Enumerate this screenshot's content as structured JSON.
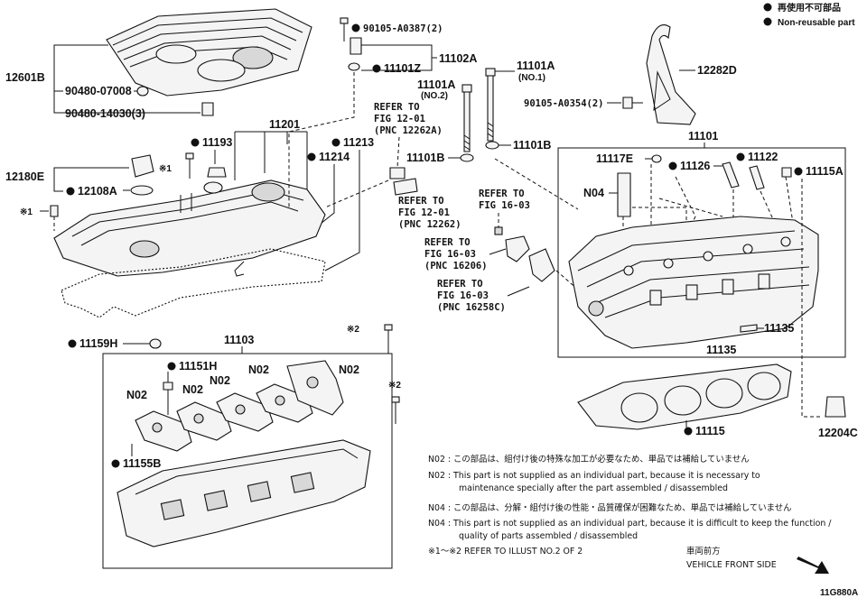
{
  "legend": {
    "line1": "再使用不可部品",
    "line2": "Non-reusable part"
  },
  "labels": {
    "p12601B": "12601B",
    "p90480_07008": "90480-07008",
    "p90480_14030": "90480-14030(3)",
    "p90105_A0387": "90105-A0387(2)",
    "p11102A": "11102A",
    "p11101Z": "11101Z",
    "p11101A_no1": "11101A",
    "p11101A_no1_sub": "(NO.1)",
    "p12282D": "12282D",
    "p90105_A0354": "90105-A0354(2)",
    "p11101A_no2": "11101A",
    "p11101A_no2_sub": "(NO.2)",
    "p11201": "11201",
    "p11193": "11193",
    "p11213": "11213",
    "p11214": "11214",
    "p12180E": "12180E",
    "p12108A": "12108A",
    "mark1_label": "※1",
    "mark1_bolt": "※1",
    "p11101B_left": "11101B",
    "p11101B_right": "11101B",
    "p11101": "11101",
    "p11117E": "11117E",
    "p11126": "11126",
    "p11122": "11122",
    "p11115A": "11115A",
    "pN04": "N04",
    "p11135a": "11135",
    "p11135b": "11135",
    "p11115": "11115",
    "p12204C": "12204C",
    "p11159H": "11159H",
    "p11103": "11103",
    "p11151H": "11151H",
    "pN02a": "N02",
    "pN02b": "N02",
    "pN02c": "N02",
    "pN02d": "N02",
    "pN02e": "N02",
    "p11155B": "11155B",
    "mark2a": "※2",
    "mark2b": "※2",
    "figure_id": "11G880A"
  },
  "refs": [
    {
      "l1": "REFER TO",
      "l2": "FIG 12-01",
      "l3": "(PNC 12262A)"
    },
    {
      "l1": "REFER TO",
      "l2": "FIG 12-01",
      "l3": "(PNC 12262)"
    },
    {
      "l1": "REFER TO",
      "l2": "FIG 16-03",
      "l3": ""
    },
    {
      "l1": "REFER TO",
      "l2": "FIG 16-03",
      "l3": "(PNC 16206)"
    },
    {
      "l1": "REFER TO",
      "l2": "FIG 16-03",
      "l3": "(PNC 16258C)"
    }
  ],
  "notes": {
    "n02_jp": "N02 : この部品は、組付け後の特殊な加工が必要なため、単品では補給していません",
    "n02_en1": "N02 : This part is not supplied as an individual part, because it is necessary to",
    "n02_en2": "maintenance specially after the part assembled / disassembled",
    "n04_jp": "N04 : この部品は、分解・組付け後の性能・品質確保が困難なため、単品では補給していません",
    "n04_en1": "N04 : This part is not supplied as an individual part, because it is difficult to keep the function /",
    "n04_en2": "quality of parts  assembled / disassembled",
    "refer_illust": "※1～※2  REFER TO ILLUST NO.2 OF 2",
    "front_jp": "車両前方",
    "front_en": "VEHICLE FRONT SIDE"
  }
}
